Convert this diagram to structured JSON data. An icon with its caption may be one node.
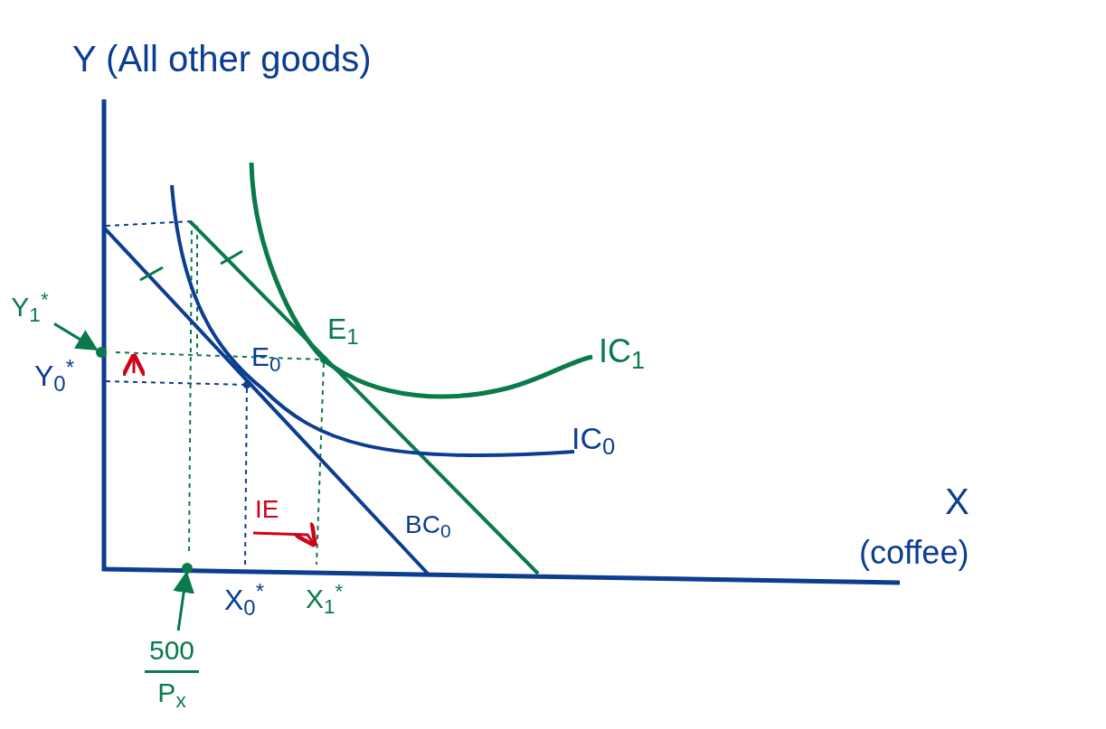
{
  "diagram": {
    "nodes": [
      {
        "text": [
          "Y$_{1}$$^{*}$"
        ]
      },
      {
        "text": [],
        "shape": "circle"
      },
      {
        "text": [
          "500",
          "P$_{x}$"
        ]
      },
      {
        "text": [],
        "shape": "circle"
      }
    ],
    "edges": [
      {
        "from": 0,
        "to": 1,
        "arrow": "to"
      },
      {
        "from": 2,
        "to": 3,
        "arrow": "to"
      }
    ],
    "labels": [
      "Y (All other goods)",
      "E$_{1}$",
      "IC$_{1}$",
      "E$_{0}$",
      "Y$_{0}$$^{*}$",
      "IC$_{0}$",
      "IE",
      "BC$_{0}$",
      "X",
      "(coffee)",
      "X$_{0}$$^{*}$",
      "X$_{1}$$^{*}$"
    ]
  }
}
